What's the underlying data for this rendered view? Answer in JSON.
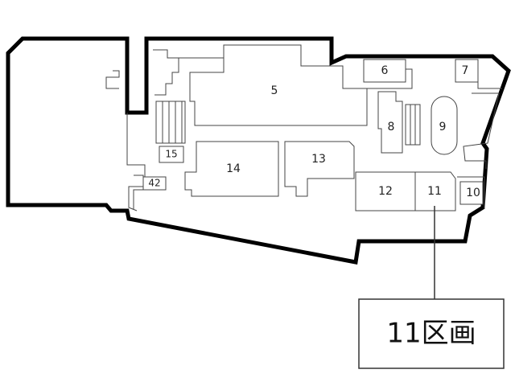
{
  "rooms": {
    "r5": "5",
    "r6": "6",
    "r7": "7",
    "r8": "8",
    "r9": "9",
    "r10": "10",
    "r11": "11",
    "r12": "12",
    "r13": "13",
    "r14": "14",
    "r15": "15",
    "r42": "42"
  },
  "callout": {
    "label": "11区画"
  }
}
